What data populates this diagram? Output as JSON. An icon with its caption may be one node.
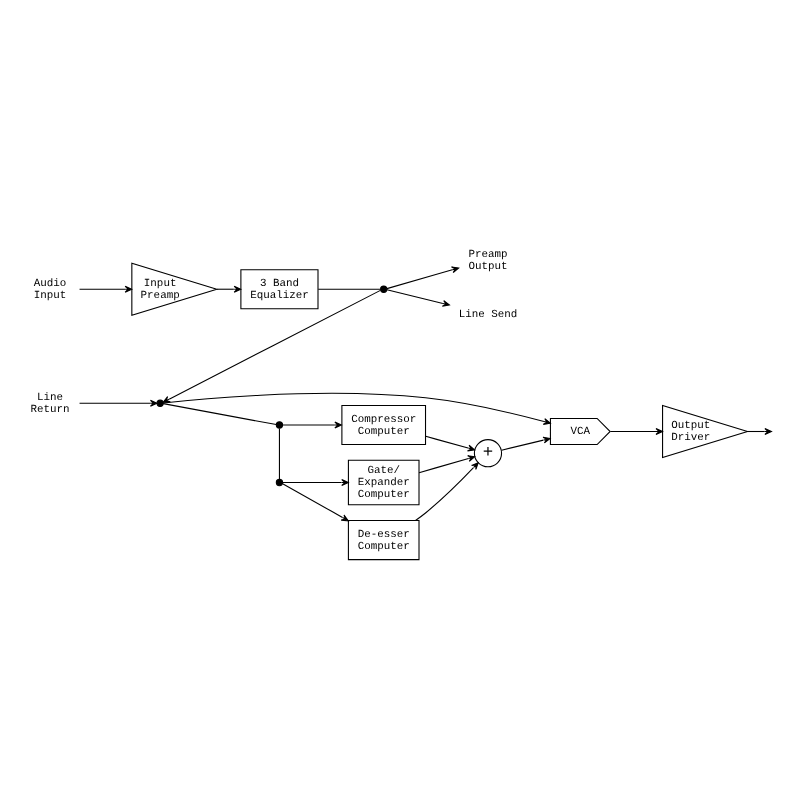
{
  "diagram": {
    "nodes": [
      {
        "text": [
          "Audio Input"
        ]
      },
      {
        "text": [
          "Input Preamp"
        ]
      },
      {
        "text": [
          "3 Band Equalizer"
        ]
      },
      {
        "text": [],
        "shape": "dot"
      },
      {
        "text": [
          "Preamp Output"
        ]
      },
      {
        "text": [
          "Line Send"
        ]
      },
      {
        "text": [
          "Line Return"
        ]
      },
      {
        "text": [],
        "shape": "dot"
      },
      {
        "text": [
          "VCA"
        ]
      },
      {
        "text": [
          "Output Driver"
        ]
      },
      {
        "text": [],
        "shape": "dot"
      },
      {
        "text": [
          "Compressor Computer"
        ]
      },
      {
        "text": [],
        "shape": "dot"
      },
      {
        "text": [
          "Gate/ Expander Computer"
        ]
      },
      {
        "text": [
          "+"
        ]
      },
      {
        "text": [
          "De-esser Computer"
        ]
      }
    ],
    "edges": [
      {
        "from": 0,
        "to": 1,
        "arrow": "to"
      },
      {
        "from": 1,
        "to": 2,
        "arrow": "to"
      },
      {
        "from": 2,
        "to": 3,
        "arrow": "none"
      },
      {
        "from": 3,
        "to": 4,
        "arrow": "to"
      },
      {
        "from": 3,
        "to": 5,
        "arrow": "to"
      },
      {
        "from": 3,
        "to": 7,
        "arrow": "to"
      },
      {
        "from": 6,
        "to": 7,
        "arrow": "to"
      },
      {
        "from": 7,
        "to": 8,
        "arrow": "to"
      },
      {
        "from": 8,
        "to": 9,
        "arrow": "to"
      },
      {
        "from": 9,
        "to": null,
        "arrow": "to"
      },
      {
        "from": 7,
        "to": 10,
        "arrow": "none"
      },
      {
        "from": 10,
        "to": 11,
        "arrow": "to"
      },
      {
        "from": 10,
        "to": 12,
        "arrow": "none"
      },
      {
        "from": 12,
        "to": 13,
        "arrow": "to"
      },
      {
        "from": 12,
        "to": 15,
        "arrow": "to"
      },
      {
        "from": 11,
        "to": 14,
        "arrow": "to"
      },
      {
        "from": 13,
        "to": 14,
        "arrow": "to"
      },
      {
        "from": 15,
        "to": 14,
        "arrow": "to"
      },
      {
        "from": 14,
        "to": 8,
        "arrow": "to"
      }
    ]
  }
}
